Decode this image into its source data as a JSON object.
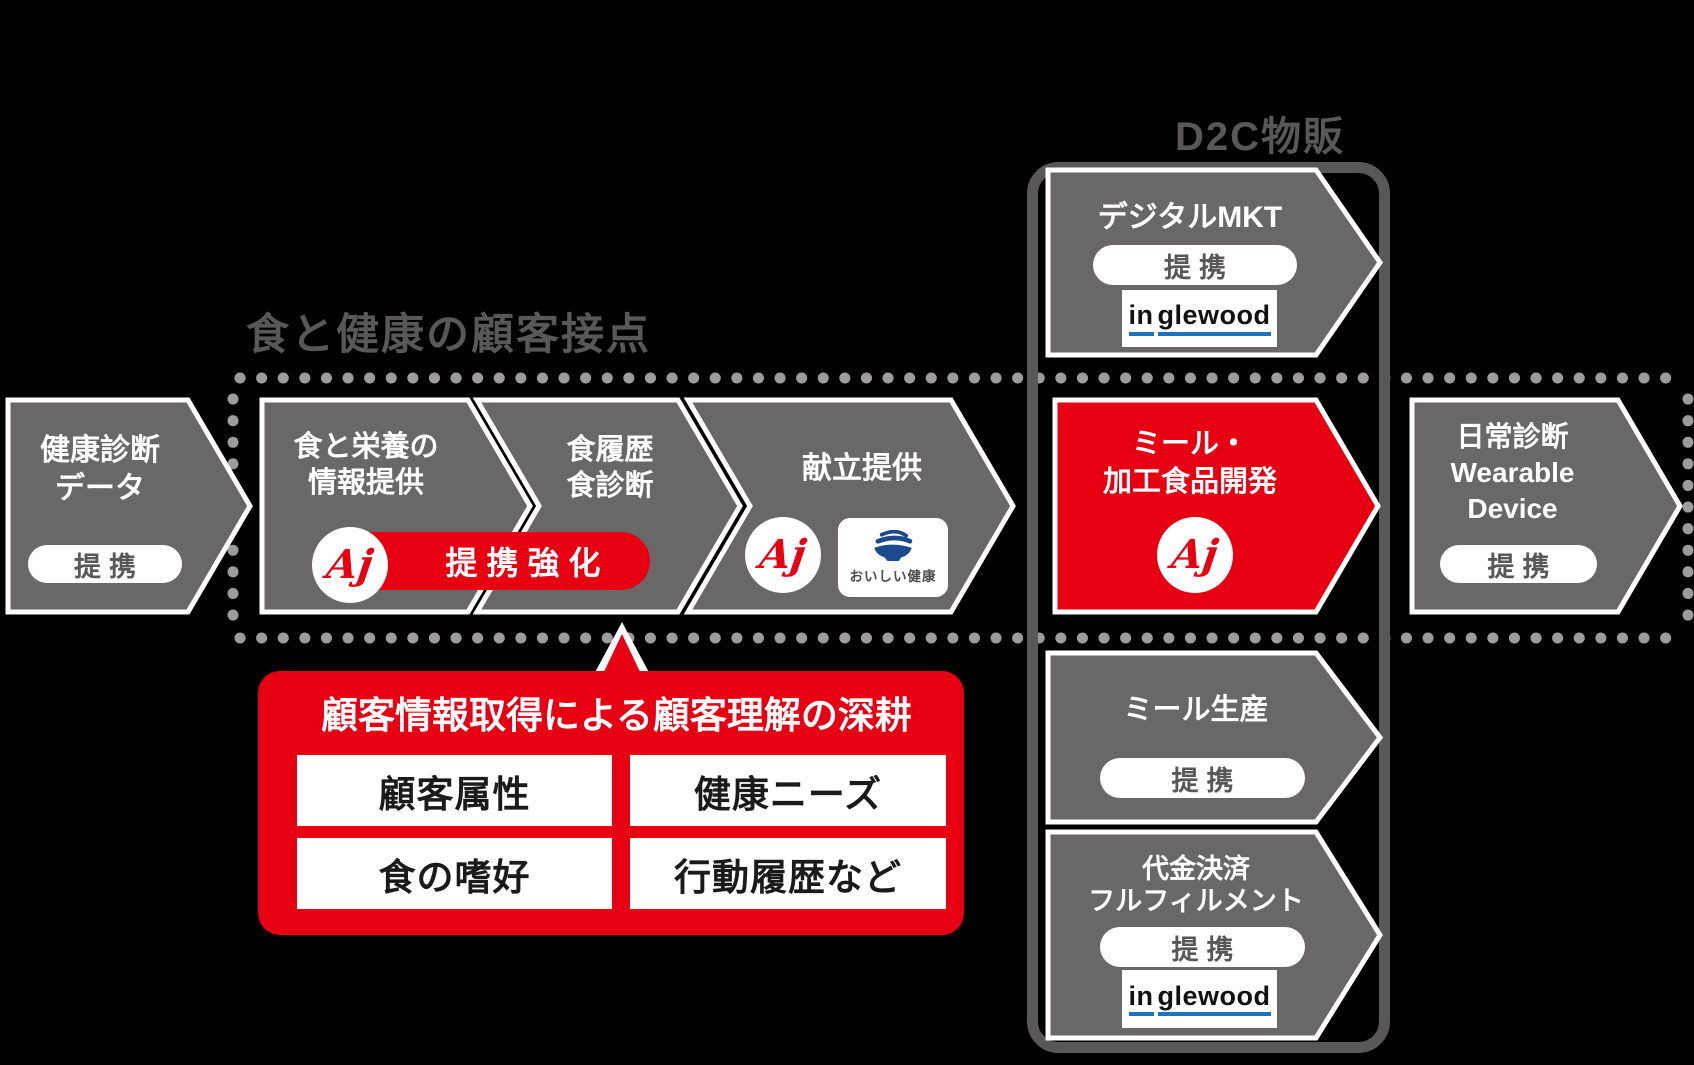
{
  "titles": {
    "touchpoints": "食と健康の顧客接点",
    "d2c": "D2C物販"
  },
  "arrows": {
    "health_check": {
      "label": "健康診断\nデータ",
      "pill": "提携"
    },
    "nutrition_info": {
      "label": "食と栄養の\n情報提供",
      "pill": "提携強化"
    },
    "food_history": {
      "label": "食履歴\n食診断"
    },
    "menu_offer": {
      "label": "献立提供"
    },
    "meal_dev": {
      "label": "ミール・\n加工食品開発"
    },
    "daily_diagnosis": {
      "label": "日常診断\nWearable\nDevice",
      "pill": "提携"
    },
    "digital_mkt": {
      "label": "デジタルMKT",
      "pill": "提携"
    },
    "meal_production": {
      "label": "ミール生産",
      "pill": "提携"
    },
    "payment_fulfillment": {
      "label": "代金決済\nフルフィルメント",
      "pill": "提携"
    }
  },
  "callout": {
    "title": "顧客情報取得による顧客理解の深耕",
    "items": [
      "顧客属性",
      "健康ニーズ",
      "食の嗜好",
      "行動履歴など"
    ]
  },
  "logos": {
    "ajinomoto": "Aj",
    "oishi_kenko": "おいしい健康",
    "inglewood_in": "in",
    "inglewood_rest": "glewood"
  },
  "colors": {
    "red": "#e60012",
    "arrow_gray": "#6a6768",
    "frame_gray": "#595757",
    "dot_gray": "#9d9b9c",
    "underline_blue": "#1e73be"
  }
}
